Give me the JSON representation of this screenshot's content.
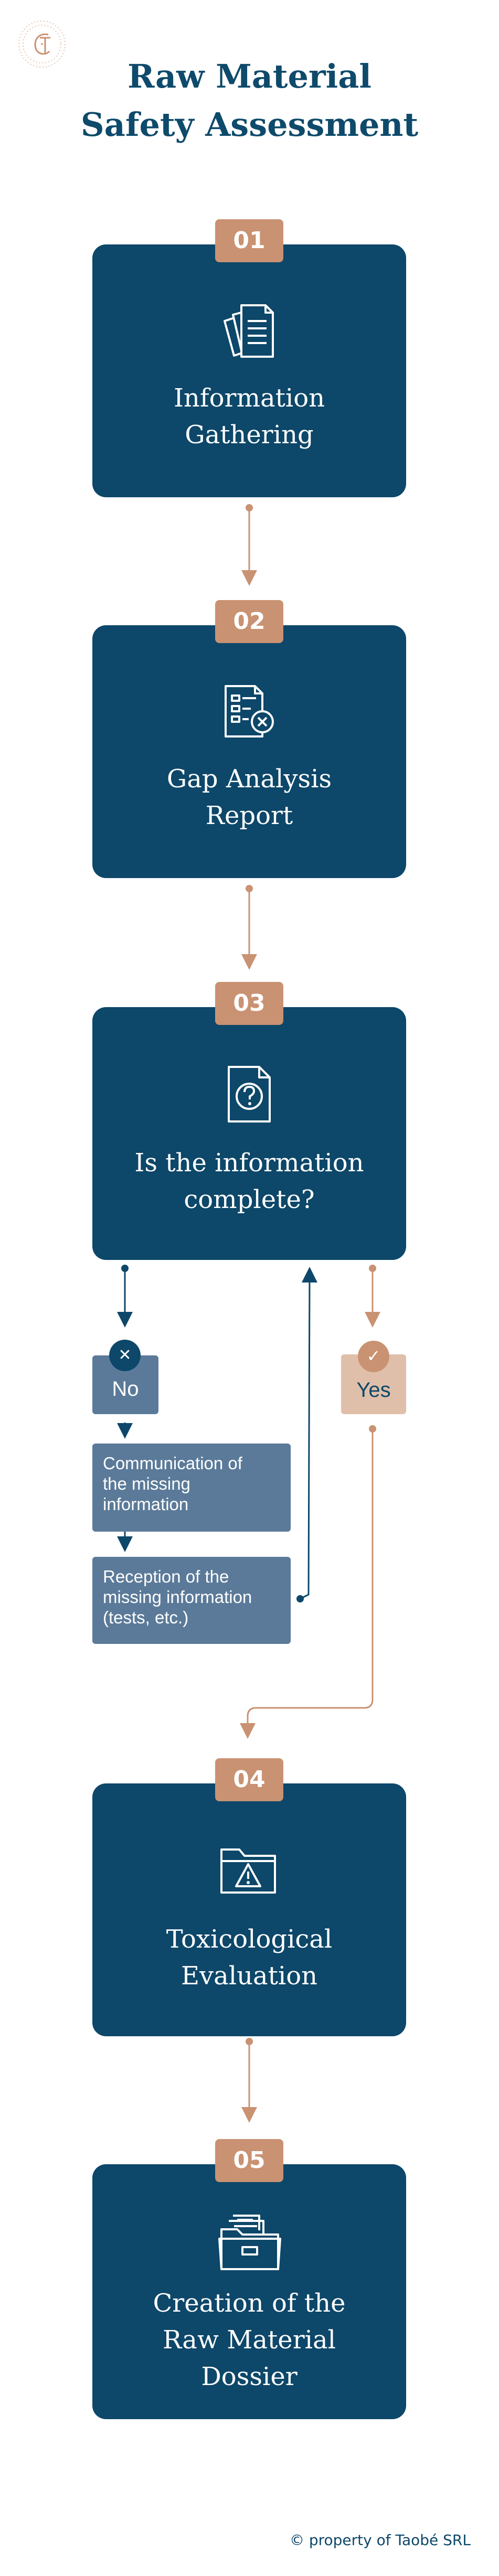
{
  "title": {
    "line1": "Raw Material",
    "line2": "Safety Assessment"
  },
  "logo": {
    "icon": "monogram-logo-icon",
    "lettering": "TC"
  },
  "steps": [
    {
      "number": "01",
      "line1": "Information",
      "line2": "Gathering",
      "icon": "documents-icon"
    },
    {
      "number": "02",
      "line1": "Gap Analysis",
      "line2": "Report",
      "icon": "report-with-x-icon"
    },
    {
      "number": "03",
      "line1": "Is the information",
      "line2": "complete?",
      "icon": "question-document-icon"
    },
    {
      "number": "04",
      "line1": "Toxicological",
      "line2": "Evaluation",
      "icon": "folder-warning-icon"
    },
    {
      "number": "05",
      "line1": "Creation of the",
      "line2": "Raw Material",
      "line3": "Dossier",
      "icon": "file-cabinet-icon"
    }
  ],
  "decision": {
    "no_label": "No",
    "yes_label": "Yes",
    "no_mark": "✕",
    "yes_mark": "✓",
    "communication": {
      "line1": "Communication of",
      "line2": "the missing",
      "line3": "information"
    },
    "reception": {
      "line1": "Reception of the",
      "line2": "missing information",
      "line3": "(tests, etc.)"
    }
  },
  "footer": "© property of Taobé SRL",
  "colors": {
    "navy": "#0d4769",
    "copper": "#c99272",
    "slate": "#5b7a99",
    "sand": "#e0bfaa"
  }
}
